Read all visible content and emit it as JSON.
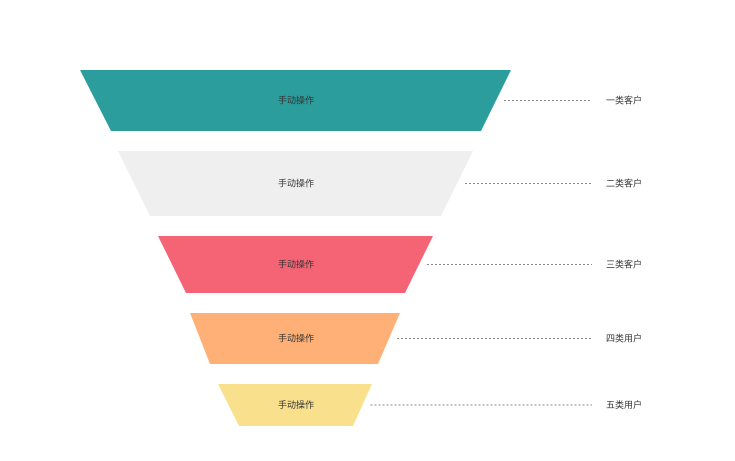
{
  "funnel": {
    "stages": [
      {
        "label": "手动操作",
        "category": "一类客户",
        "color": "#2a9d9c"
      },
      {
        "label": "手动操作",
        "category": "二类客户",
        "color": "#efefef"
      },
      {
        "label": "手动操作",
        "category": "三类客户",
        "color": "#f46475"
      },
      {
        "label": "手动操作",
        "category": "四类用户",
        "color": "#feb077"
      },
      {
        "label": "手动操作",
        "category": "五类用户",
        "color": "#f8e08d"
      }
    ],
    "connector_color": "#888888"
  }
}
